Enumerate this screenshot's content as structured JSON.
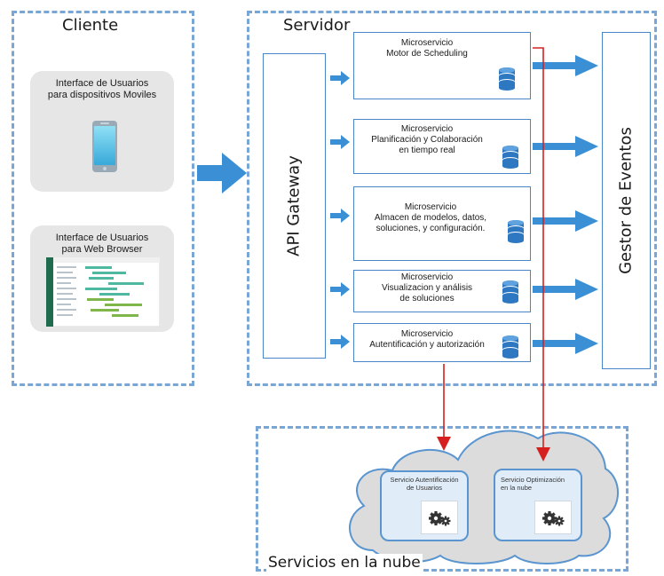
{
  "client": {
    "title": "Cliente",
    "mobile_card": {
      "line1": "Interface de Usuarios",
      "line2": "para dispositivos Moviles"
    },
    "web_card": {
      "line1": "Interface de Usuarios",
      "line2": "para Web Browser"
    }
  },
  "server": {
    "title": "Servidor",
    "gateway_label": "API Gateway",
    "events_label": "Gestor de Eventos",
    "microservices": [
      {
        "line1": "Microservicio",
        "line2": "Motor de Scheduling",
        "line3": ""
      },
      {
        "line1": "Microservicio",
        "line2": "Planificación y Colaboración",
        "line3": "en tiempo real"
      },
      {
        "line1": "Microservicio",
        "line2": "Almacen de modelos, datos,",
        "line3": "soluciones, y configuración."
      },
      {
        "line1": "Microservicio",
        "line2": "Visualizacion y análisis",
        "line3": "de soluciones"
      },
      {
        "line1": "Microservicio",
        "line2": "Autentificación y autorización",
        "line3": ""
      }
    ]
  },
  "cloud": {
    "title": "Servicios en la nube",
    "auth_service": {
      "line1": "Servicio Autentificación",
      "line2": "de Usuarios"
    },
    "opt_service": {
      "line1": "Servicio Optimización",
      "line2": "en la nube"
    }
  },
  "colors": {
    "dash": "#7aa6d6",
    "arrow_blue": "#3b8fd4",
    "arrow_red": "#d62020",
    "box_border": "#4a86c6"
  },
  "icons": [
    "database-icon",
    "gear-icon",
    "phone-icon",
    "gantt-screenshot-icon"
  ]
}
